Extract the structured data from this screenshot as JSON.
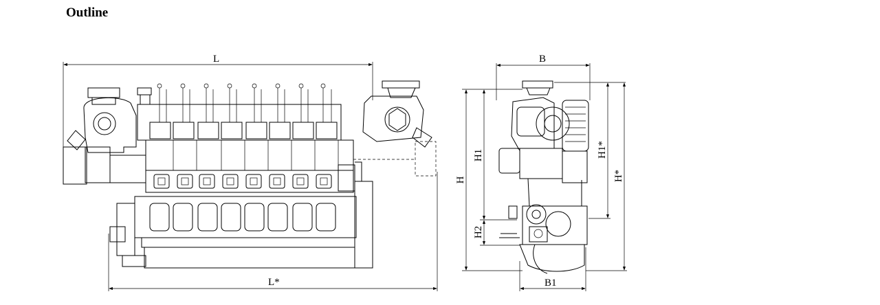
{
  "page": {
    "title": "Outline"
  },
  "dimensions": {
    "length": "L",
    "length_star": "L*",
    "width": "B",
    "width_lower": "B1",
    "height": "H",
    "height_upper": "H1",
    "height_lower": "H2",
    "height_upper_star": "H1*",
    "height_star": "H*"
  }
}
